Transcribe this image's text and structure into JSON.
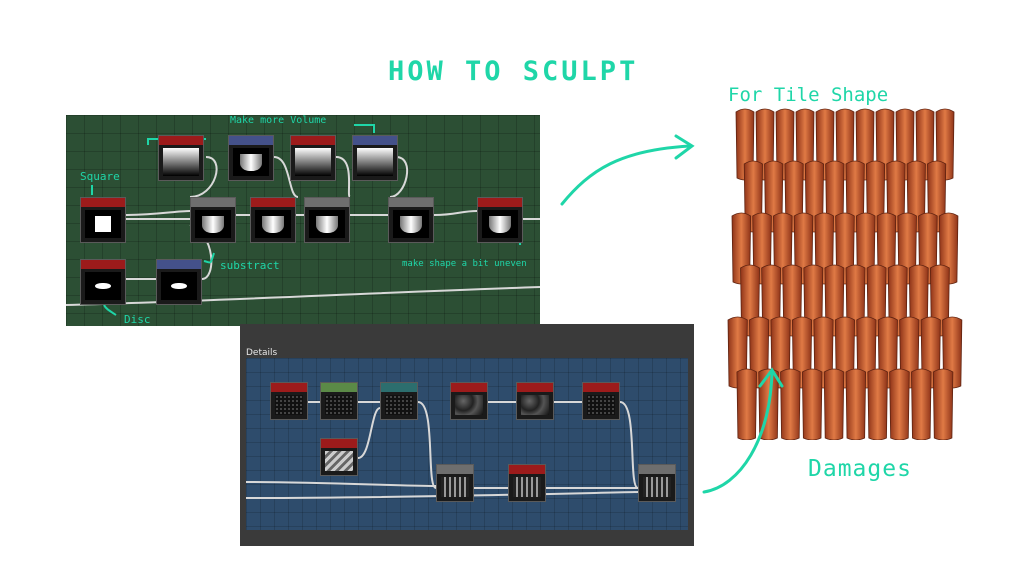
{
  "title": "HOW TO SCULPT",
  "tile_label": "For Tile Shape",
  "damages_label": "Damages",
  "top_graph": {
    "annotations": {
      "volume": "Make more Volume",
      "square": "Square",
      "substract": "substract",
      "uneven": "make shape a bit uneven",
      "disc": "Disc"
    }
  },
  "bottom_graph": {
    "frame_label": "Details"
  },
  "colors": {
    "accent": "#1fd6a8",
    "top_graph_bg": "#2c4f34",
    "details_bg": "#2e4c6c",
    "tile": "#c8582d"
  }
}
